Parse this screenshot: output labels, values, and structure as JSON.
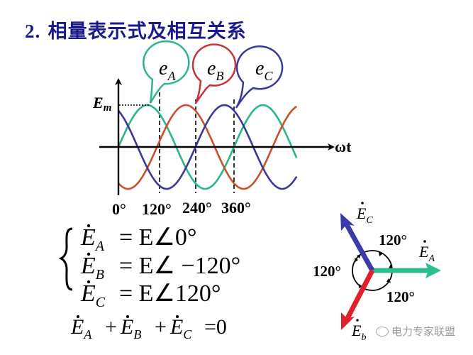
{
  "title": {
    "number": "2.",
    "text": "相量表示式及相互关系"
  },
  "waveform": {
    "y_label": "E",
    "y_label_sub": "m",
    "x_label": "ωt",
    "ticks": [
      "0°",
      "120°",
      "240°",
      "360°"
    ],
    "bubbles": [
      {
        "label": "e",
        "sub": "A",
        "color": "#2bb58e"
      },
      {
        "label": "e",
        "sub": "B",
        "color": "#c8323a"
      },
      {
        "label": "e",
        "sub": "C",
        "color": "#3a3a96"
      }
    ]
  },
  "equations": {
    "system": [
      {
        "lhs": "E",
        "sub": "A",
        "rhs": "= E∠0°"
      },
      {
        "lhs": "E",
        "sub": "B",
        "rhs": "= E∠ −120°"
      },
      {
        "lhs": "E",
        "sub": "C",
        "rhs": "= E∠120°"
      }
    ],
    "sum": {
      "t1": "E",
      "s1": "A",
      "t2": "E",
      "s2": "B",
      "t3": "E",
      "s3": "C",
      "op": "+",
      "rhs": "=0"
    }
  },
  "phasor": {
    "labels": [
      {
        "name": "E",
        "sub": "C"
      },
      {
        "name": "E",
        "sub": "A"
      },
      {
        "name": "E",
        "sub": "b"
      }
    ],
    "angles": [
      "120°",
      "120°",
      "120°"
    ],
    "colors": {
      "A": "#2bbf8e",
      "B": "#e0202a",
      "C": "#3a3aa8"
    }
  },
  "chart_data": {
    "type": "line",
    "title": "",
    "xlabel": "ωt",
    "ylabel": "E_m",
    "x_ticks": [
      "0°",
      "120°",
      "240°",
      "360°"
    ],
    "x_range_deg": [
      0,
      555
    ],
    "series": [
      {
        "name": "e_A",
        "formula": "Em·sin(ωt)",
        "phase_deg": 0,
        "color": "#2bb58e"
      },
      {
        "name": "e_B",
        "formula": "Em·sin(ωt−120°)",
        "phase_deg": -120,
        "color": "#c8502a"
      },
      {
        "name": "e_C",
        "formula": "Em·sin(ωt+120°)",
        "phase_deg": 120,
        "color": "#3a3a96"
      }
    ],
    "amplitude": "Em"
  },
  "watermark": {
    "text": "电力专家联盟"
  }
}
